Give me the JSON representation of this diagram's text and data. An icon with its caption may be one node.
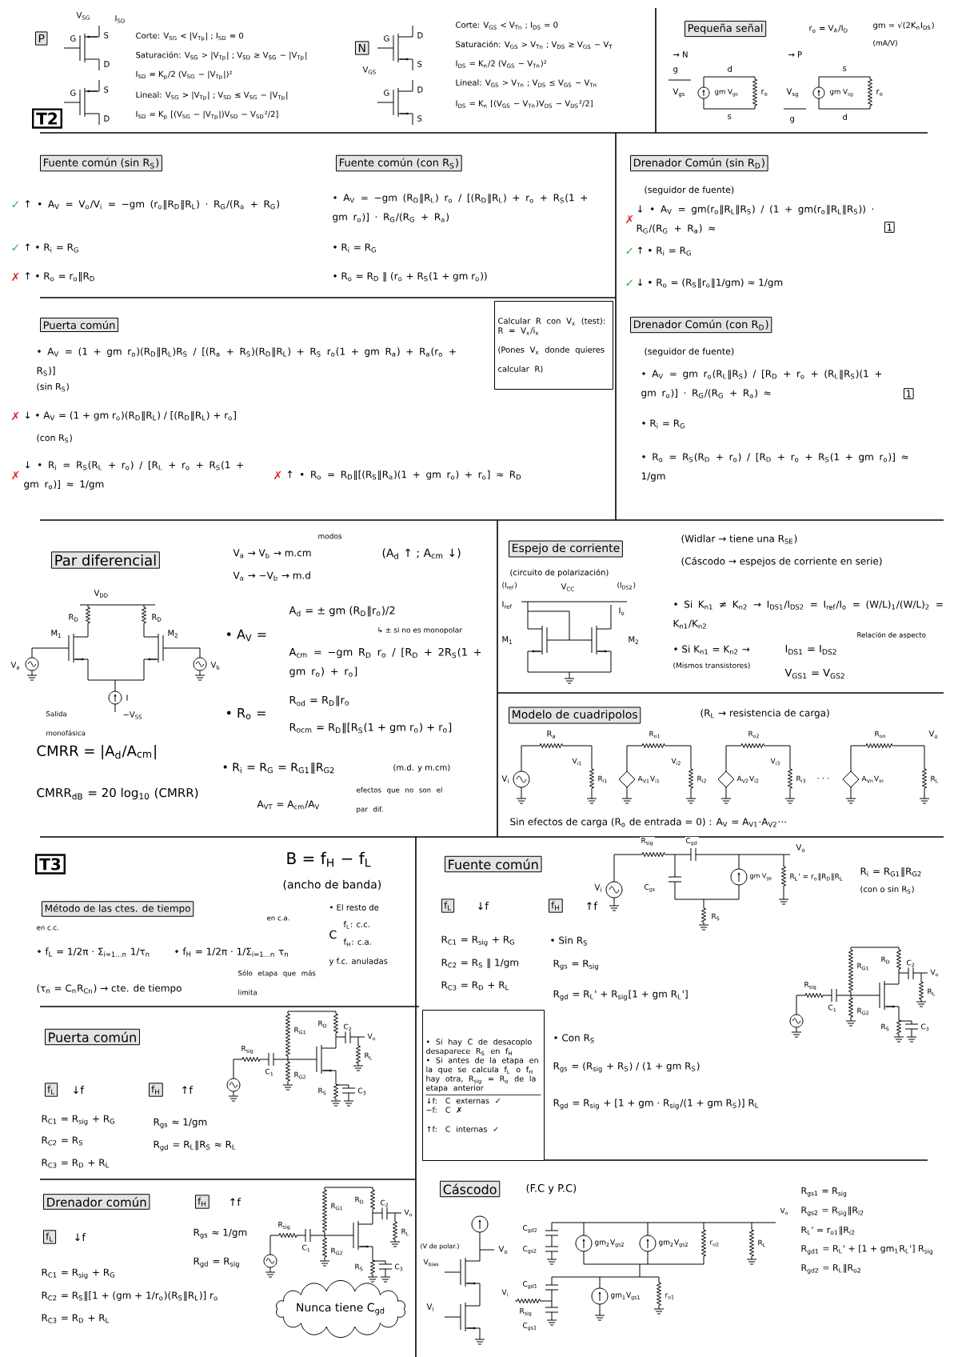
{
  "diagram": {
    "nodes": [
      {
        "text": [
          "P"
        ]
      },
      {
        "text": [
          "N"
        ]
      },
      {
        "text": [
          "T2"
        ]
      },
      {
        "text": [
          "Pequeña señal"
        ]
      },
      {
        "text": [
          "Fuente común (sin R$_{S}$)"
        ]
      },
      {
        "text": [
          "Fuente común (con R$_{S}$)"
        ]
      },
      {
        "text": [
          "Drenador Común (sin R$_{D}$)"
        ]
      },
      {
        "text": [
          "1"
        ]
      },
      {
        "text": [
          "Drenador Común (con R$_{D}$)"
        ]
      },
      {
        "text": [
          "1"
        ]
      },
      {
        "text": [
          "Puerta común"
        ]
      },
      {
        "text": [
          "Calcular R con V$_{x}$ (test):",
          "R = V$_{x}$/i$_{x}$",
          "(Pones V$_{x}$ donde quieres calcular R)"
        ]
      },
      {
        "text": [
          "Par diferencial"
        ]
      },
      {
        "text": [
          "Espejo de corriente"
        ]
      },
      {
        "text": [
          "Modelo de cuadripolos"
        ]
      },
      {
        "text": [
          "T3"
        ]
      },
      {
        "text": [
          "Método de las ctes. de tiempo"
        ]
      },
      {
        "text": [
          "Fuente común"
        ]
      },
      {
        "text": [
          "f$_{L}$"
        ]
      },
      {
        "text": [
          "f$_{H}$"
        ]
      },
      {
        "text": [
          "Puerta común"
        ]
      },
      {
        "text": [
          "f$_{L}$"
        ]
      },
      {
        "text": [
          "f$_{H}$"
        ]
      },
      {
        "text": [
          "• Si hay C de desacoplo desaparece R$_{S}$ en f$_{H}$",
          "• Si antes de la etapa en la que se calcula f$_{L}$ o f$_{H}$ hay otra, R$_{sig}$ = R$_{o}$ de la etapa anterior",
          "↓f: C externas ✓",
          "−f: C ✗",
          "↑f: C internas ✓"
        ]
      },
      {
        "text": [
          "Drenador común"
        ]
      },
      {
        "text": [
          "f$_{H}$"
        ]
      },
      {
        "text": [
          "f$_{L}$"
        ]
      },
      {
        "text": [
          "Nunca tiene C$_{gd}$"
        ]
      },
      {
        "text": [
          "Cáscodo"
        ]
      }
    ],
    "labels": [
      "G",
      "V$_{SG}$",
      "S",
      "D",
      "I$_{SD}$",
      "G",
      "S",
      "D",
      "Corte: V$_{SG}$ < |V$_{Tp}$| ; I$_{SD}$ = 0",
      "Saturación: V$_{SG}$ > |V$_{Tp}$| ; V$_{SD}$ ≥ V$_{SG}$ − |V$_{Tp}$|",
      "I$_{SD}$ = K$_{p}$/2 (V$_{SG}$ − |V$_{Tp}$|)²",
      "Lineal: V$_{SG}$ > |V$_{Tp}$| ; V$_{SD}$ ≤ V$_{SG}$ − |V$_{Tp}$|",
      "I$_{SD}$ = K$_{p}$ [(V$_{SG}$ − |V$_{Tp}$|)V$_{SD}$ − V$_{SD}$²/2]",
      "G",
      "D",
      "S",
      "V$_{GS}$",
      "G",
      "D",
      "S",
      "Corte: V$_{GS}$ < V$_{Tn}$ ; I$_{DS}$ = 0",
      "Saturación: V$_{GS}$ > V$_{Tn}$ ; V$_{DS}$ ≥ V$_{GS}$ − V$_{T}$",
      "I$_{DS}$ = K$_{n}$/2 (V$_{GS}$ − V$_{Tn}$)²",
      "Lineal: V$_{GS}$ > V$_{Tn}$ ; V$_{DS}$ ≤ V$_{GS}$ − V$_{Tn}$",
      "I$_{DS}$ = K$_{n}$ [(V$_{GS}$ − V$_{Tn}$)V$_{DS}$ − V$_{DS}$²/2]",
      "r$_{o}$ = V$_{A}$/I$_{D}$",
      "gm = √(2K$_{n}$I$_{DS}$)",
      "(mA/V)",
      "→ N",
      "→ P",
      "g",
      "d",
      "V$_{gs}$",
      "gm V$_{gs}$",
      "r$_{o}$",
      "s",
      "s",
      "V$_{sg}$",
      "gm V$_{sg}$",
      "r$_{o}$",
      "d",
      "g",
      "✓",
      "↑ • A$_{V}$ = V$_{o}$/V$_{i}$ = −gm (r$_{o}$‖R$_{D}$‖R$_{L}$) · R$_{G}$/(R$_{a}$ + R$_{G}$)",
      "✓",
      "↑ • R$_{i}$ = R$_{G}$",
      "✗",
      "↑ • R$_{o}$ = r$_{o}$‖R$_{D}$",
      "• A$_{V}$ = −gm (R$_{D}$‖R$_{L}$) r$_{o}$ / [(R$_{D}$‖R$_{L}$) + r$_{o}$ + R$_{S}$(1 + gm r$_{o}$)] · R$_{G}$/(R$_{G}$ + R$_{a}$)",
      "• R$_{i}$ = R$_{G}$",
      "• R$_{o}$ = R$_{D}$ ‖ (r$_{o}$ + R$_{S}$(1 + gm r$_{o}$))",
      "(seguidor de fuente)",
      "✗",
      "↓ • A$_{V}$ = gm(r$_{o}$‖R$_{L}$‖R$_{S}$) / (1 + gm(r$_{o}$‖R$_{L}$‖R$_{S}$)) · R$_{G}$/(R$_{G}$ + R$_{a}$) ≈",
      "✓",
      "↑ • R$_{i}$ = R$_{G}$",
      "✓",
      "↓ • R$_{o}$ = (R$_{S}$‖r$_{o}$‖1/gm) ≈ 1/gm",
      "(seguidor de fuente)",
      "• A$_{V}$ = gm r$_{o}$(R$_{L}$‖R$_{S}$) / [R$_{D}$ + r$_{o}$ + (R$_{L}$‖R$_{S}$)(1 + gm r$_{o}$)] · R$_{G}$/(R$_{G}$ + R$_{a}$) ≈",
      "• R$_{i}$ = R$_{G}$",
      "• R$_{o}$ = R$_{S}$(R$_{D}$ + r$_{o}$) / [R$_{D}$ + r$_{o}$ + R$_{S}$(1 + gm r$_{o}$)] ≈ 1/gm",
      "• A$_{V}$ = (1 + gm r$_{o}$)(R$_{D}$‖R$_{L}$)R$_{S}$ / [(R$_{a}$ + R$_{S}$)(R$_{D}$‖R$_{L}$) + R$_{S}$ r$_{o}$(1 + gm R$_{a}$) + R$_{a}$(r$_{o}$ + R$_{S}$)]",
      "(sin R$_{S}$)",
      "✗",
      "↓ • A$_{V}$ = (1 + gm r$_{o}$)(R$_{D}$‖R$_{L}$) / [(R$_{D}$‖R$_{L}$) + r$_{o}$]",
      "(con R$_{S}$)",
      "✗",
      "↓ • R$_{i}$ = R$_{S}$(R$_{L}$ + r$_{o}$) / [R$_{L}$ + r$_{o}$ + R$_{S}$(1 + gm r$_{o}$)] ≈ 1/gm",
      "✗",
      "↑ • R$_{o}$ = R$_{D}$‖[(R$_{S}$‖R$_{a}$)(1 + gm r$_{o}$) + r$_{o}$] ≈ R$_{D}$",
      "modos",
      "V$_{a}$ → V$_{b}$ → m.cm",
      "V$_{a}$ → −V$_{b}$ → m.d",
      "(A$_{d}$ ↑ ; A$_{cm}$ ↓)",
      "V$_{DD}$",
      "R$_{D}$",
      "R$_{D}$",
      "M$_{1}$",
      "M$_{2}$",
      "V$_{a}$",
      "V$_{b}$",
      "I",
      "−V$_{SS}$",
      "Salida monofásica",
      "CMRR = |A$_{d}$/A$_{cm}$|",
      "CMRR$_{dB}$ = 20 log$_{10}$ (CMRR)",
      "• A$_{V}$ =",
      "A$_{d}$ = ± gm (R$_{D}$‖r$_{o}$)/2",
      "↳ ± si no es monopolar",
      "A$_{cm}$ = −gm R$_{D}$ r$_{o}$ / [R$_{D}$ + 2R$_{S}$(1 + gm r$_{o}$) + r$_{o}$]",
      "• R$_{o}$ =",
      "R$_{od}$ = R$_{D}$‖r$_{o}$",
      "R$_{ocm}$ = R$_{D}$‖[R$_{S}$(1 + gm r$_{o}$) + r$_{o}$]",
      "• R$_{i}$ = R$_{G}$ = R$_{G1}$‖R$_{G2}$",
      "(m.d. y m.cm)",
      "A$_{VT}$ = A$_{cm}$/A$_{V}$",
      "efectos que no son el par dif.",
      "(circuito de polarización)",
      "(Widlar → tiene una R$_{SE}$)",
      "(Cáscodo → espejos de corriente en serie)",
      "(I$_{ref}$)",
      "I$_{ref}$",
      "V$_{CC}$",
      "(I$_{DS2}$)",
      "I$_{o}$",
      "M$_{1}$",
      "M$_{2}$",
      "• Si K$_{n1}$ ≠ K$_{n2}$ → I$_{DS1}$/I$_{DS2}$ = I$_{ref}$/I$_{o}$ = (W/L)$_{1}$/(W/L)$_{2}$ = K$_{n1}$/K$_{n2}$",
      "Relación de aspecto",
      "• Si K$_{n1}$ = K$_{n2}$ →",
      "(Mismos transistores)",
      "I$_{DS1}$ = I$_{DS2}$",
      "V$_{GS1}$ = V$_{GS2}$",
      "(R$_{L}$ → resistencia de carga)",
      "R$_{a}$",
      "V$_{i}$",
      "V$_{i1}$",
      "R$_{i1}$",
      "R$_{o1}$",
      "A$_{V1}$V$_{i1}$",
      "V$_{i2}$",
      "R$_{i2}$",
      "R$_{o2}$",
      "A$_{V2}$V$_{i2}$",
      "V$_{i3}$",
      "R$_{i3}$",
      "· · ·",
      "R$_{on}$",
      "A$_{Vn}$V$_{in}$",
      "V$_{o}$",
      "R$_{L}$",
      "Sin efectos de carga (R$_{o}$ de entrada = 0) : A$_{V}$ = A$_{V1}$·A$_{V2}$···",
      "B = f$_{H}$ − f$_{L}$",
      "(ancho de banda)",
      "en c.c.",
      "en c.a.",
      "• f$_{L}$ = 1/2π · Σ$_{i=1…n}$ 1/τ$_{n}$",
      "• f$_{H}$ = 1/2π · 1/Σ$_{i=1…n}$ τ$_{n}$",
      "Sólo etapa que más limita",
      "(τ$_{n}$ = C$_{n}$R$_{Cn}$) → cte. de tiempo",
      "• El resto de",
      "C",
      "f$_{L}$: c.c.",
      "f$_{H}$: c.a.",
      "y f.c. anuladas",
      "R$_{sig}$",
      "C$_{gd}$",
      "V$_{o}$",
      "V$_{i}$",
      "C$_{gs}$",
      "gm V$_{gs}$",
      "R$_{L}$' = r$_{o}$‖R$_{D}$‖R$_{L}$",
      "R$_{S}$",
      "R$_{i}$ = R$_{G1}$‖R$_{G2}$",
      "(con o sin R$_{S}$)",
      "↓f",
      "↑f",
      "R$_{C1}$ = R$_{sig}$ + R$_{G}$",
      "R$_{C2}$ = R$_{S}$ ‖ 1/gm",
      "R$_{C3}$ = R$_{D}$ + R$_{L}$",
      "• Sin R$_{S}$",
      "R$_{gs}$ = R$_{sig}$",
      "R$_{gd}$ = R$_{L}$' + R$_{sig}$[1 + gm R$_{L}$']",
      "• Con R$_{S}$",
      "R$_{gs}$ = (R$_{sig}$ + R$_{S}$) / (1 + gm R$_{S}$)",
      "R$_{gd}$ = R$_{sig}$ + [1 + gm · R$_{sig}$/(1 + gm R$_{S}$)] R$_{L}$",
      "R$_{sig}$",
      "C$_{1}$",
      "R$_{G1}$",
      "R$_{G2}$",
      "R$_{D}$",
      "C$_{2}$",
      "V$_{o}$",
      "R$_{L}$",
      "R$_{S}$",
      "C$_{3}$",
      "↓f",
      "↑f",
      "R$_{sig}$",
      "C$_{1}$",
      "R$_{G1}$",
      "R$_{G2}$",
      "R$_{D}$",
      "C$_{2}$",
      "V$_{o}$",
      "R$_{L}$",
      "R$_{S}$",
      "C$_{3}$",
      "R$_{C1}$ = R$_{sig}$ + R$_{G}$",
      "R$_{C2}$ = R$_{S}$",
      "R$_{C3}$ = R$_{D}$ + R$_{L}$",
      "R$_{gs}$ ≈ 1/gm",
      "R$_{gd}$ = R$_{L}$‖R$_{S}$ ≈ R$_{L}$",
      "↑f",
      "↓f",
      "R$_{sig}$",
      "C$_{1}$",
      "R$_{G1}$",
      "R$_{G2}$",
      "R$_{D}$",
      "C$_{3}$",
      "C$_{2}$",
      "V$_{o}$",
      "R$_{S}$",
      "R$_{L}$",
      "R$_{gs}$ ≈ 1/gm",
      "R$_{gd}$ = R$_{sig}$",
      "R$_{C1}$ = R$_{sig}$ + R$_{G}$",
      "R$_{C2}$ = R$_{S}$‖[1 + (gm + 1/r$_{o}$)(R$_{S}$‖R$_{L}$)] r$_{o}$",
      "R$_{C3}$ = R$_{D}$ + R$_{L}$",
      "(F.C y P.C)",
      "(V de polar.)",
      "V$_{bias}$",
      "V$_{o}$",
      "V$_{i}$",
      "C$_{gd2}$",
      "C$_{gs2}$",
      "gm$_{2}$V$_{gs2}$",
      "gm$_{2}$V$_{gs2}$",
      "r$_{o2}$",
      "R$_{L}$",
      "V$_{o}$",
      "C$_{gd1}$",
      "V$_{i}$",
      "R$_{sig}$",
      "C$_{gs1}$",
      "gm$_{1}$V$_{gs1}$",
      "r$_{o1}$",
      "R$_{gs1}$ = R$_{sig}$",
      "R$_{gs2}$ = R$_{sig}$‖R$_{i2}$",
      "R$_{L}$' = r$_{o1}$‖R$_{i2}$",
      "R$_{gd1}$ = R$_{L}$' + [1 + gm$_{1}$R$_{L}$'] R$_{sig}$",
      "R$_{gd2}$ = R$_{L}$‖R$_{o2}$"
    ]
  }
}
